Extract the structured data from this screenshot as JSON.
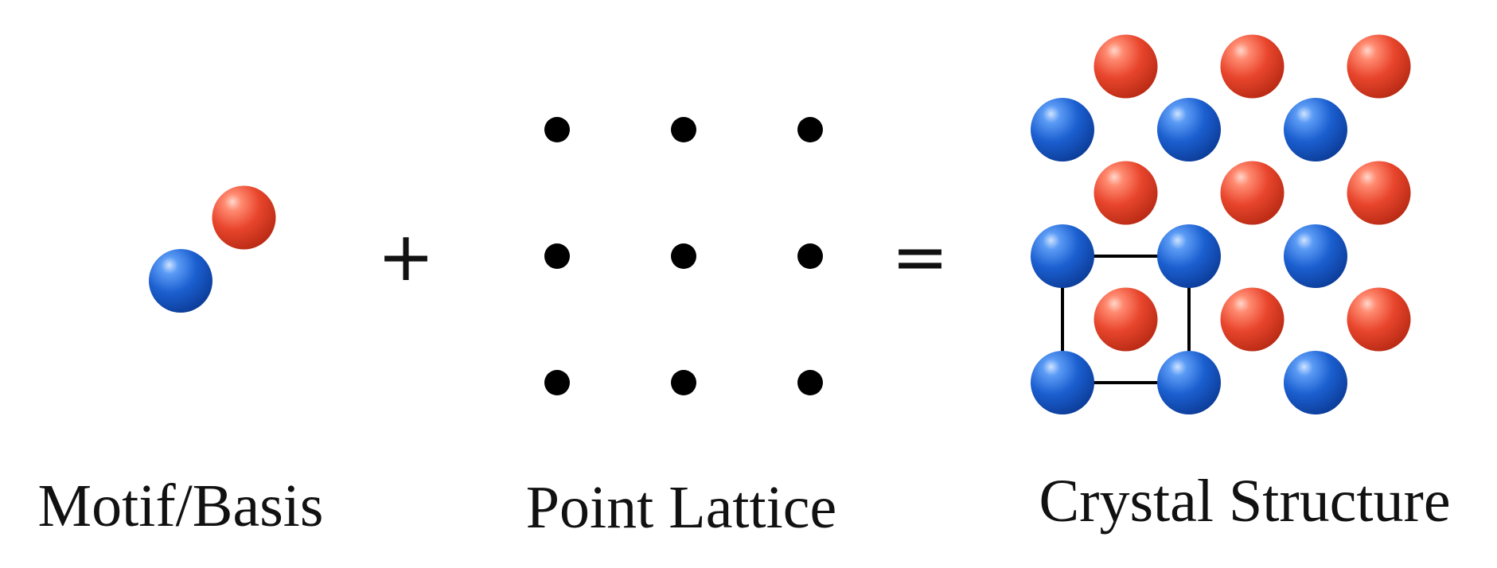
{
  "motif": {
    "atoms": [
      {
        "species": "red",
        "col": 0.5,
        "row": 0.5
      },
      {
        "species": "blue",
        "col": 0,
        "row": 0
      }
    ],
    "caption": "Motif/Basis"
  },
  "operators": {
    "plus": "+",
    "equals": "="
  },
  "lattice": {
    "cols": 3,
    "rows": 3,
    "caption": "Point Lattice"
  },
  "crystal": {
    "blue_sites": [
      [
        0,
        0
      ],
      [
        1,
        0
      ],
      [
        2,
        0
      ],
      [
        0,
        1
      ],
      [
        1,
        1
      ],
      [
        2,
        1
      ],
      [
        0,
        2
      ],
      [
        1,
        2
      ],
      [
        2,
        2
      ]
    ],
    "red_sites": [
      [
        0.5,
        -0.5
      ],
      [
        1.5,
        -0.5
      ],
      [
        2.5,
        -0.5
      ],
      [
        0.5,
        0.5
      ],
      [
        1.5,
        0.5
      ],
      [
        2.5,
        0.5
      ],
      [
        0.5,
        1.5
      ],
      [
        1.5,
        1.5
      ],
      [
        2.5,
        1.5
      ]
    ],
    "unit_cell": {
      "col0": 0,
      "row0": 1,
      "col1": 1,
      "row1": 2
    },
    "caption": "Crystal Structure"
  },
  "colors": {
    "red_atom": "#e8452c",
    "blue_atom": "#1b5fd0",
    "lattice_point": "#000000",
    "text": "#111111"
  }
}
